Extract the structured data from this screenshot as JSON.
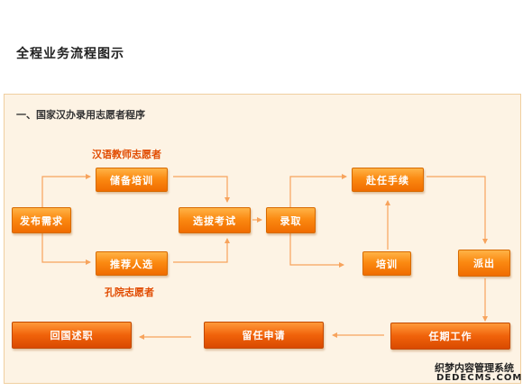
{
  "page_title": "全程业务流程图示",
  "section_title": "一、国家汉办录用志愿者程序",
  "labels": {
    "chinese_teacher_volunteer": "汉语教师志愿者",
    "confucius_volunteer": "孔院志愿者"
  },
  "steps": {
    "publish_demand": "发布需求",
    "reserve_training": "储备培训",
    "recommend_candidates": "推荐人选",
    "selection_exam": "选拔考试",
    "admission": "录取",
    "departure_formalities": "赴任手续",
    "training": "培训",
    "dispatch": "派出",
    "term_work": "任期工作",
    "extension_application": "留任申请",
    "return_report": "回国述职"
  },
  "watermark": {
    "cn": "织梦内容管理系统",
    "en": "DEDECMS.COM"
  },
  "colors": {
    "box": "#f57a0a",
    "arrow": "#f7a35c",
    "label": "#e14b00",
    "panel": "#fdf3e4"
  }
}
